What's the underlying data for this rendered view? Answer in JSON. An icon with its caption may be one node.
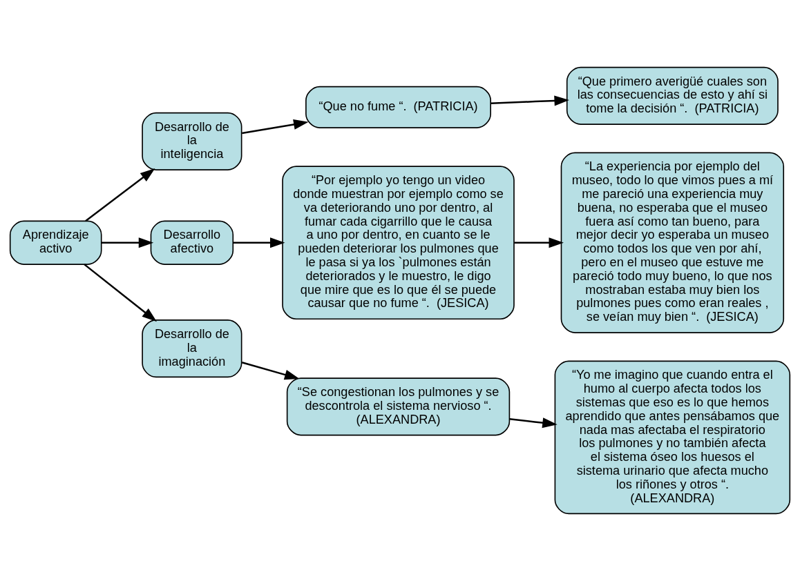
{
  "diagram": {
    "nodes": [
      {
        "text": [
          "Aprendizaje activo"
        ]
      },
      {
        "text": [
          "Desarrollo de la inteligencia"
        ]
      },
      {
        "text": [
          "“Que no fume “.  (PATRICIA)"
        ]
      },
      {
        "text": [
          "“Que primero averigüé cuales son las consecuencias de esto y ahí si tome la decisión “.  (PATRICIA)"
        ]
      },
      {
        "text": [
          "Desarrollo afectivo"
        ]
      },
      {
        "text": [
          "“Por ejemplo yo tengo un video donde muestran por ejemplo como se va deteriorando uno por dentro, al fumar cada cigarrillo que le causa a uno por dentro, en cuanto se le pueden deteriorar los pulmones que le pasa si ya los `pulmones están deteriorados y le muestro, le digo que mire que es lo que él se puede causar que no fume “.  (JESICA)"
        ]
      },
      {
        "text": [
          "“La experiencia por ejemplo del museo, todo lo que vimos pues a mí me pareció una experiencia muy buena, no esperaba que el museo fuera así como tan bueno, para mejor decir yo esperaba un museo como todos los que ven por ahí, pero en el museo que estuve me pareció todo muy bueno, lo que nos mostraban estaba muy bien los pulmones pues como eran reales , se veían muy bien “.  (JESICA)"
        ]
      },
      {
        "text": [
          "Desarrollo de la imaginación"
        ]
      },
      {
        "text": [
          "“Se congestionan los pulmones y se descontrola el sistema nervioso “.  (ALEXANDRA)"
        ]
      },
      {
        "text": [
          "“Yo me imagino que cuando entra el humo al cuerpo afecta todos los sistemas que eso es lo que hemos aprendido que antes pensábamos que nada mas afectaba el respiratorio los pulmones y no también afecta el sistema óseo los huesos el sistema urinario que afecta mucho los riñones y otros “.  (ALEXANDRA)"
        ]
      }
    ],
    "edges": [
      {
        "from": 0,
        "to": 1,
        "arrow": "to"
      },
      {
        "from": 0,
        "to": 4,
        "arrow": "to"
      },
      {
        "from": 0,
        "to": 7,
        "arrow": "to"
      },
      {
        "from": 1,
        "to": 2,
        "arrow": "to"
      },
      {
        "from": 2,
        "to": 3,
        "arrow": "to"
      },
      {
        "from": 4,
        "to": 5,
        "arrow": "to"
      },
      {
        "from": 5,
        "to": 6,
        "arrow": "to"
      },
      {
        "from": 7,
        "to": 8,
        "arrow": "to"
      },
      {
        "from": 8,
        "to": 9,
        "arrow": "to"
      }
    ]
  }
}
